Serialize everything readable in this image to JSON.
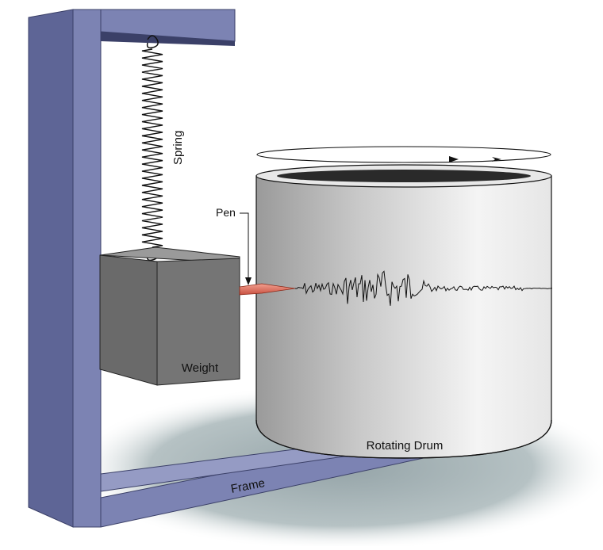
{
  "labels": {
    "spring": "Spring",
    "pen": "Pen",
    "weight": "Weight",
    "drum": "Rotating Drum",
    "frame": "Frame"
  },
  "colors": {
    "frame_front": "#7c83b3",
    "frame_side": "#5e6596",
    "frame_dark": "#3b4068",
    "weight_front": "#6c6c6c",
    "weight_top": "#9a9a9a",
    "pen": "#e07060",
    "drum_light": "#f2f2f2",
    "drum_dark": "#9d9d9d",
    "ground": "#a9b6b9"
  },
  "icons": {
    "rotation": "rotation-arrow-icon"
  }
}
